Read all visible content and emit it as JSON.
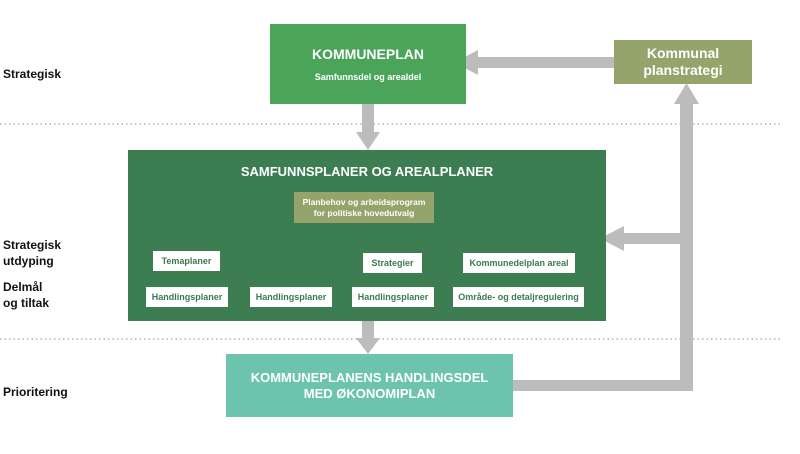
{
  "levels": {
    "strategisk": "Strategisk",
    "strategisk_utdyping": [
      "Strategisk",
      "utdyping"
    ],
    "delmal": [
      "Delmål",
      "og tiltak"
    ],
    "prioritering": "Prioritering"
  },
  "kommuneplan": {
    "title": "KOMMUNEPLAN",
    "subtitle": "Samfunnsdel og arealdel"
  },
  "planstrategi": [
    "Kommunal",
    "planstrategi"
  ],
  "samfunnsplaner": {
    "title": "SAMFUNNSPLANER OG AREALPLANER",
    "program": [
      "Planbehov og arbeidsprogram",
      "for politiske hovedutvalg"
    ],
    "temaplaner": "Temaplaner",
    "strategier": "Strategier",
    "kommunedelplan": "Kommunedelplan areal",
    "handlingsplaner_1": "Handlingsplaner",
    "handlingsplaner_2": "Handlingsplaner",
    "handlingsplaner_3": "Handlingsplaner",
    "omrade": "Område- og detaljregulering"
  },
  "handlingsdel": [
    "KOMMUNEPLANENS HANDLINGSDEL",
    "MED ØKONOMIPLAN"
  ],
  "colors": {
    "kommuneplan": "#4aa55b",
    "planstrategi": "#95a46a",
    "samfunnsplaner": "#3d7d52",
    "program": "#95a46a",
    "handlingsdel": "#6cc4ad",
    "arrow": "#bcbcbc",
    "divider": "#6aaa6a"
  }
}
